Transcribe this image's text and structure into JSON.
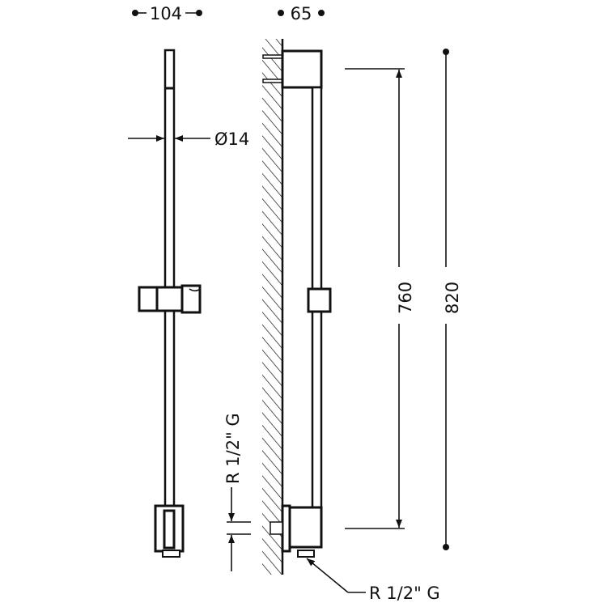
{
  "dimensions": {
    "width_front": "104",
    "depth_side": "65",
    "rail_diameter": "Ø14",
    "rail_length": "760",
    "overall_height": "820",
    "thread_left": "R 1/2\" G",
    "thread_right": "R 1/2\" G"
  },
  "colors": {
    "line": "#111111",
    "background": "#ffffff"
  }
}
